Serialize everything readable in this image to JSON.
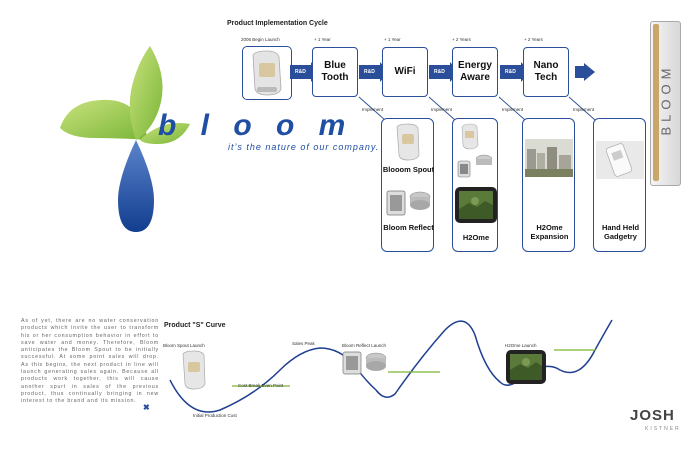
{
  "cycle": {
    "title": "Product Implementation Cycle",
    "timeline": [
      "2006 Begin Launch",
      "+ 1 Year",
      "+ 1 Year",
      "+ 2 Years",
      "+ 2 Years"
    ],
    "stages": [
      "Blue Tooth",
      "WiFi",
      "Energy Aware",
      "Nano Tech"
    ],
    "rd_label": "R&D",
    "implement_label": "Implement",
    "products": {
      "spout": "Blooom Spout",
      "reflect": "Bloom Reflect",
      "h2ome": "H2Ome",
      "h2ome_expansion": "H2Ome Expansion",
      "handheld": "Hand Held Gadgetry"
    }
  },
  "brand": {
    "name": "b l o o m",
    "tagline": "it’s the nature of our company.",
    "vertical_logo": "BLOOM",
    "colors": {
      "green": "#8cc63f",
      "blue": "#1f4ea3",
      "navy": "#2b4e9a"
    }
  },
  "curve": {
    "title": "Product \"S\" Curve",
    "labels": {
      "spout_launch": "Bloom Spout Launch",
      "initial_cost": "Initial Production Cost",
      "break_even": "Cost Break Even Point",
      "sales_peak": "Sales Peak",
      "reflect_launch": "Bloom Reflect Launch",
      "h2ome_launch": "H2Ome Launch"
    }
  },
  "description": "As of yet, there are no water conservation products which invite the user to transform his or her consumption behavior in effort to save water and money. Therefore, Bloom anticipates the Bloom Spout to be initially successful. At some point sales will drop. As this begins, the next product in line will launch generating sales again. Because all products work together, this will cause another spurt in sales of the previous product, thus continually bringing in new interest to the brand and its mission.",
  "signature": {
    "name": "JOSH",
    "surname": "KISTNER"
  }
}
